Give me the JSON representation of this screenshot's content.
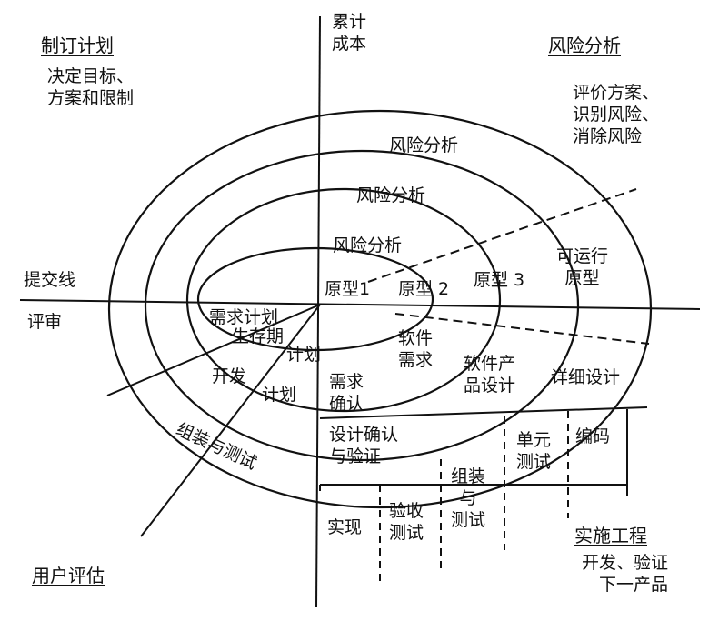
{
  "quadrants": {
    "top_left": {
      "title": "制订计划",
      "desc": "决定目标、\n方案和限制"
    },
    "top_right": {
      "title": "风险分析",
      "desc": "评价方案、\n识别风险、\n消除风险"
    },
    "bottom_left": {
      "title": "用户评估"
    },
    "bottom_right": {
      "title": "实施工程",
      "desc": "开发、验证\n下一产品"
    }
  },
  "axes": {
    "vertical": "累计\n成本",
    "left_top": "提交线",
    "left_bottom": "评审"
  },
  "risk_analysis": [
    "风险分析",
    "风险分析",
    "风险分析"
  ],
  "prototypes": [
    "原型1",
    "原型 2",
    "原型 3",
    "可运行\n原型"
  ],
  "plans": {
    "req_plan": "需求计划",
    "lifecycle": "生存期",
    "plan_word": "计划",
    "dev": "开发",
    "dev_plan": "计划",
    "assemble": "组装与测试"
  },
  "engineering": {
    "software_req": "软件\n需求",
    "product_design": "软件产\n品设计",
    "detailed_design": "详细设计",
    "req_confirm": "需求\n确认",
    "design_verify": "设计确认\n与验证",
    "unit_test": "单元\n测试",
    "coding": "编码",
    "integration": "组装\n与\n测试",
    "acceptance": "验收\n测试",
    "implementation": "实现"
  }
}
